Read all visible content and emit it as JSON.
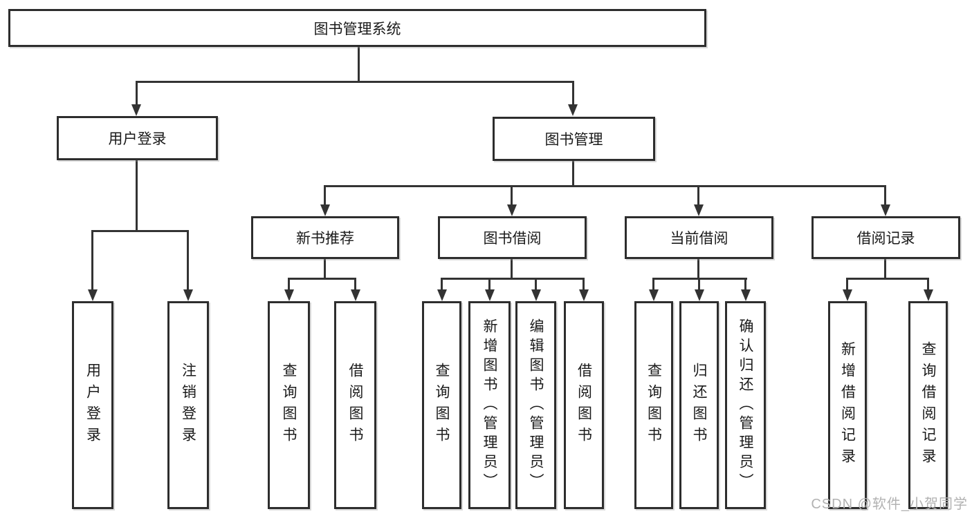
{
  "diagram": {
    "title": "图书管理系统",
    "level2": {
      "user_login": "用户登录",
      "book_mgmt": "图书管理"
    },
    "level3": {
      "new_book": "新书推荐",
      "borrow": "图书借阅",
      "current": "当前借阅",
      "records": "借阅记录"
    },
    "leaves": {
      "user_login": "用户登录",
      "logout": "注销登录",
      "nb_query": "查询图书",
      "nb_borrow": "借阅图书",
      "bb_query": "查询图书",
      "bb_add": "新增图书（管理员）",
      "bb_edit": "编辑图书（管理员）",
      "bb_borrow": "借阅图书",
      "cb_query": "查询图书",
      "cb_return": "归还图书",
      "cb_confirm": "确认归还（管理员）",
      "rec_add": "新增借阅记录",
      "rec_query": "查询借阅记录"
    },
    "watermark": "CSDN @软件_小贺同学",
    "colors": {
      "line": "#333333",
      "border": "#2d2d2d",
      "text": "#1a1a1a",
      "watermark": "#b2b2b2",
      "background": "#ffffff"
    }
  }
}
